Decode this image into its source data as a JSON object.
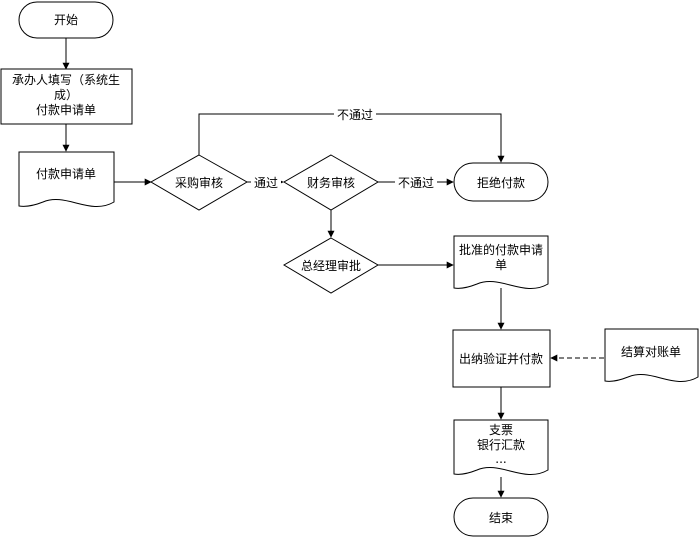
{
  "nodes": {
    "start": {
      "lines": [
        "开始"
      ],
      "shape": "terminator"
    },
    "fill_form": {
      "lines": [
        "承办人填写（系统生",
        "成）",
        "付款申请单"
      ],
      "shape": "process"
    },
    "request_doc": {
      "lines": [
        "付款申请单"
      ],
      "shape": "document"
    },
    "purchase_review": {
      "lines": [
        "采购审核"
      ],
      "shape": "decision"
    },
    "finance_review": {
      "lines": [
        "财务审核"
      ],
      "shape": "decision"
    },
    "reject_payment": {
      "lines": [
        "拒绝付款"
      ],
      "shape": "terminator"
    },
    "gm_approval": {
      "lines": [
        "总经理审批"
      ],
      "shape": "decision"
    },
    "approved_doc": {
      "lines": [
        "批准的付款申请",
        "单"
      ],
      "shape": "document"
    },
    "cashier_pay": {
      "lines": [
        "出纳验证并付款"
      ],
      "shape": "process"
    },
    "settlement_doc": {
      "lines": [
        "结算对账单"
      ],
      "shape": "document"
    },
    "payment_doc": {
      "lines": [
        "支票",
        "银行汇款",
        "..."
      ],
      "shape": "document"
    },
    "end": {
      "lines": [
        "结束"
      ],
      "shape": "terminator"
    }
  },
  "edges": {
    "reject_top_label": "不通过",
    "pass_label": "通过",
    "reject_right_label": "不通过"
  }
}
